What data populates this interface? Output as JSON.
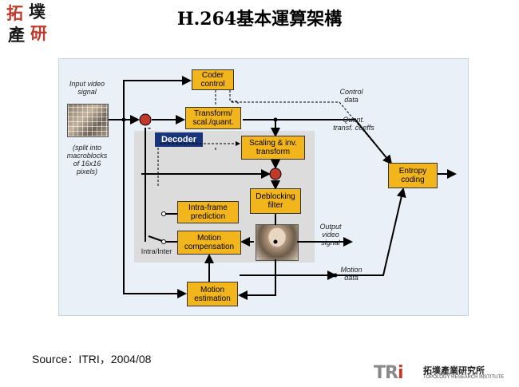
{
  "logo_top_left": {
    "chars": [
      "拓",
      "墣",
      "產",
      "研"
    ]
  },
  "title": "H.264基本運算架構",
  "diagram": {
    "blocks": {
      "coder_control": "Coder\ncontrol",
      "transform": "Transform/\nscal./quant.",
      "scaling": "Scaling & inv.\ntransform",
      "deblocking": "Deblocking\nfilter",
      "intra_frame": "Intra-frame\nprediction",
      "motion_comp": "Motion\ncompensation",
      "motion_est": "Motion\nestimation",
      "entropy": "Entropy\ncoding"
    },
    "decoder_label": "Decoder",
    "labels": {
      "input_video": "Input video\nsignal",
      "split": "(split into\nmacroblocks\nof 16x16\npixels)",
      "control_data": "Control\ndata",
      "quant_coeffs": "Quant.\ntransf. coeffs",
      "output_video": "Output\nvideo\nsignal",
      "motion_data": "Motion\ndata",
      "intra_inter": "Intra/Inter",
      "minus": "-"
    }
  },
  "source": "Source：ITRI，2004/08",
  "logo_bottom_right": {
    "mark_prefix": "TR",
    "mark_suffix": "i",
    "name_cn": "拓墣產業研究所",
    "name_en": "TOPOLOGY RESEARCH INSTITUTE"
  }
}
